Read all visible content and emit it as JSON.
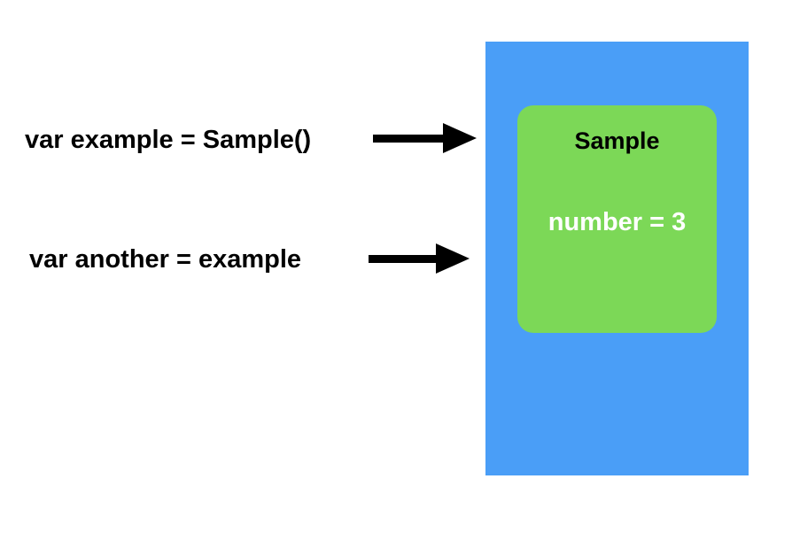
{
  "diagram": {
    "title": "reference-type-assignment-diagram",
    "colors": {
      "background": "#ffffff",
      "memory_region": "#4A9EF7",
      "object_box": "#7CD857",
      "arrow": "#000000",
      "label_text": "#000000",
      "object_title_text": "#000000",
      "object_property_text": "#ffffff"
    },
    "labels": {
      "line1": "var example = Sample()",
      "line2": "var another = example"
    },
    "object_box": {
      "title": "Sample",
      "property": "number = 3"
    },
    "icons": {
      "arrow1": "arrow-right-icon",
      "arrow2": "arrow-right-icon"
    }
  }
}
